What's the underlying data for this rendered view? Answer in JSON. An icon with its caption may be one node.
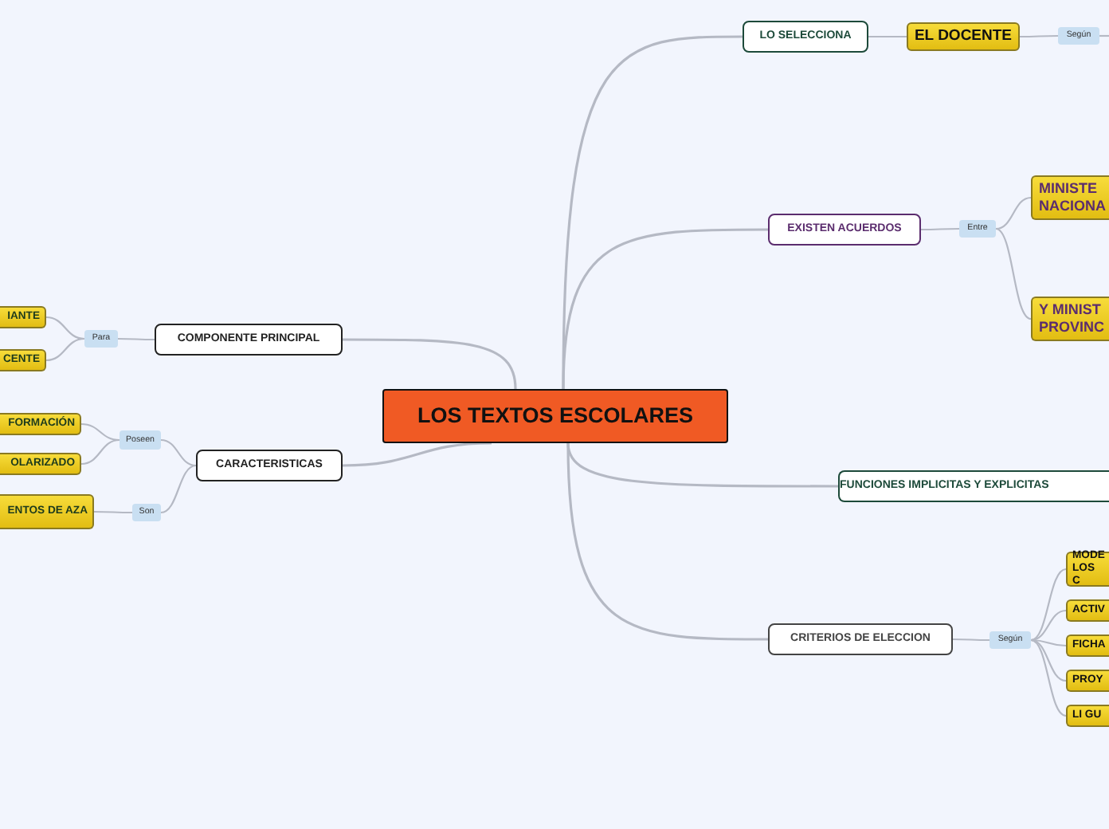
{
  "diagram": {
    "nodes": [
      {
        "text": [
          "LOS TEXTOS ESCOLARES"
        ]
      },
      {
        "text": [
          "COMPONENTE PRINCIPAL"
        ]
      },
      {
        "text": [
          "Para"
        ]
      },
      {
        "text": [
          "IANTE"
        ]
      },
      {
        "text": [
          "CENTE"
        ]
      },
      {
        "text": [
          "CARACTERISTICAS"
        ]
      },
      {
        "text": [
          "Poseen"
        ]
      },
      {
        "text": [
          "FORMACIÓN"
        ]
      },
      {
        "text": [
          "OLARIZADO"
        ]
      },
      {
        "text": [
          "Son"
        ]
      },
      {
        "text": [
          "ENTOS DE AZA"
        ]
      },
      {
        "text": [
          "LO SELECCIONA"
        ]
      },
      {
        "text": [
          "EL DOCENTE"
        ]
      },
      {
        "text": [
          "Según"
        ]
      },
      {
        "text": [
          "EXISTEN ACUERDOS"
        ]
      },
      {
        "text": [
          "Entre"
        ]
      },
      {
        "text": [
          "MINISTE NACIONA"
        ]
      },
      {
        "text": [
          "Y MINIST PROVINC"
        ]
      },
      {
        "text": [
          "FUNCIONES IMPLICITAS Y EXPLICITAS"
        ]
      },
      {
        "text": [
          "CRITERIOS DE ELECCION"
        ]
      },
      {
        "text": [
          "Según"
        ]
      },
      {
        "text": [
          "MODE LOS C"
        ]
      },
      {
        "text": [
          "ACTIV"
        ]
      },
      {
        "text": [
          "FICHA"
        ]
      },
      {
        "text": [
          "PROY"
        ]
      },
      {
        "text": [
          "LI GU"
        ]
      }
    ],
    "edges": [
      {
        "from": 0,
        "to": 1,
        "arrow": "none"
      },
      {
        "from": 1,
        "to": 2,
        "arrow": "none"
      },
      {
        "from": 2,
        "to": 3,
        "arrow": "none"
      },
      {
        "from": 2,
        "to": 4,
        "arrow": "none"
      },
      {
        "from": 0,
        "to": 5,
        "arrow": "none"
      },
      {
        "from": 5,
        "to": 6,
        "arrow": "none"
      },
      {
        "from": 6,
        "to": 7,
        "arrow": "none"
      },
      {
        "from": 6,
        "to": 8,
        "arrow": "none"
      },
      {
        "from": 5,
        "to": 9,
        "arrow": "none"
      },
      {
        "from": 9,
        "to": 10,
        "arrow": "none"
      },
      {
        "from": 0,
        "to": 11,
        "arrow": "none"
      },
      {
        "from": 11,
        "to": 12,
        "arrow": "none"
      },
      {
        "from": 12,
        "to": 13,
        "arrow": "none"
      },
      {
        "from": 13,
        "to": null,
        "arrow": "none"
      },
      {
        "from": 0,
        "to": 14,
        "arrow": "none"
      },
      {
        "from": 14,
        "to": 15,
        "arrow": "none"
      },
      {
        "from": 15,
        "to": 16,
        "arrow": "none"
      },
      {
        "from": 15,
        "to": 17,
        "arrow": "none"
      },
      {
        "from": 0,
        "to": 18,
        "arrow": "none"
      },
      {
        "from": 0,
        "to": 19,
        "arrow": "none"
      },
      {
        "from": 19,
        "to": 20,
        "arrow": "none"
      },
      {
        "from": 20,
        "to": 21,
        "arrow": "none"
      },
      {
        "from": 20,
        "to": 22,
        "arrow": "none"
      },
      {
        "from": 20,
        "to": 23,
        "arrow": "none"
      },
      {
        "from": 20,
        "to": 24,
        "arrow": "none"
      },
      {
        "from": 20,
        "to": 25,
        "arrow": "none"
      }
    ]
  }
}
